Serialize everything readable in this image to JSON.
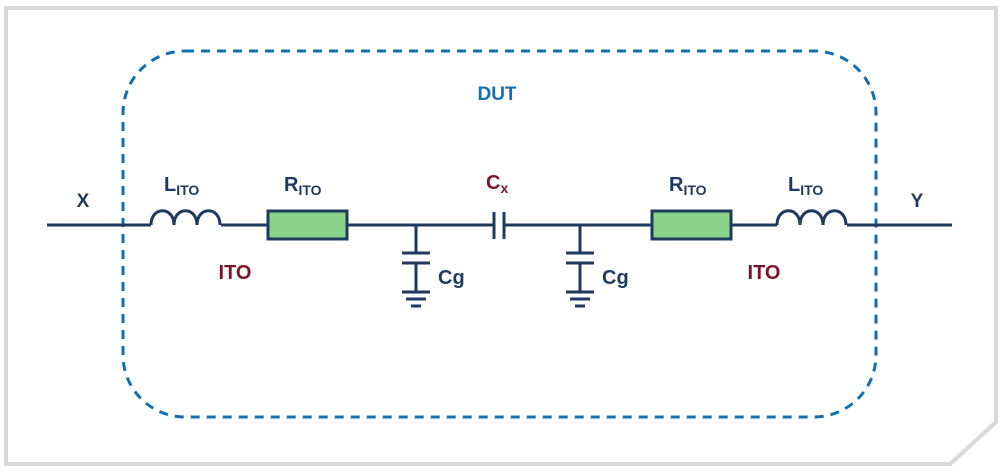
{
  "diagram": {
    "title": "DUT",
    "colors": {
      "wire": "#1f3a5f",
      "resistor_fill": "#8bd38b",
      "dut_border": "#1170b0",
      "material_label": "#7a1426",
      "frame": "#d9d9d9"
    },
    "terminals": {
      "left": "X",
      "right": "Y"
    },
    "components": {
      "left_inductor": {
        "main": "L",
        "sub": "ITO"
      },
      "left_resistor": {
        "main": "R",
        "sub": "ITO"
      },
      "coupling_cap": {
        "main": "C",
        "sub": "x"
      },
      "right_resistor": {
        "main": "R",
        "sub": "ITO"
      },
      "right_inductor": {
        "main": "L",
        "sub": "ITO"
      },
      "left_ground_cap": "Cg",
      "right_ground_cap": "Cg"
    },
    "material_labels": {
      "left": "ITO",
      "right": "ITO"
    }
  }
}
